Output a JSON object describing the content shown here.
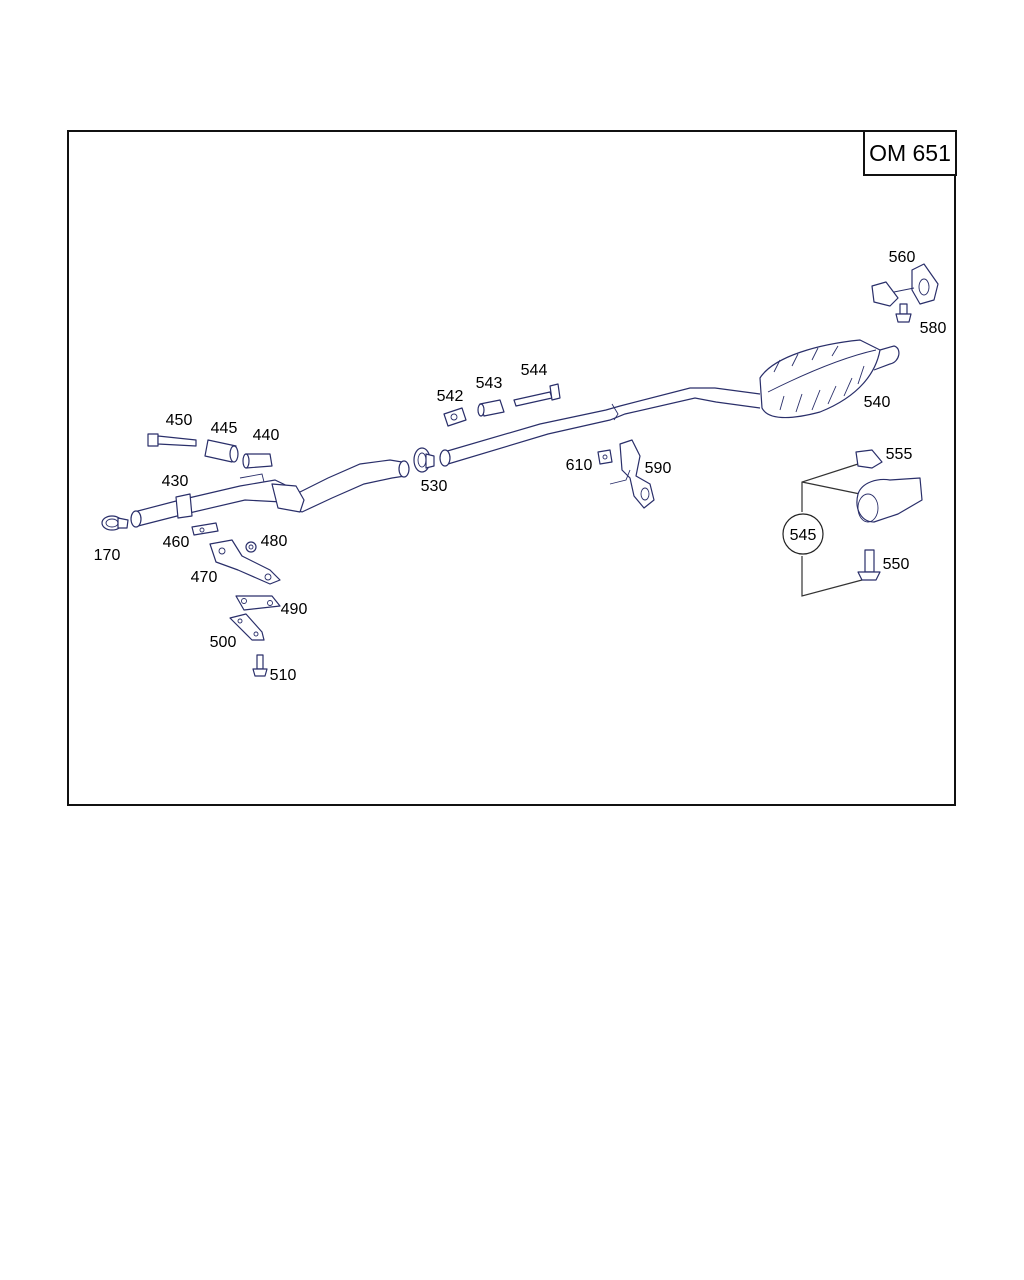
{
  "engine_label": "OM 651",
  "parts": [
    {
      "id": "p170",
      "number": "170"
    },
    {
      "id": "p430",
      "number": "430"
    },
    {
      "id": "p440",
      "number": "440"
    },
    {
      "id": "p445",
      "number": "445"
    },
    {
      "id": "p450",
      "number": "450"
    },
    {
      "id": "p460",
      "number": "460"
    },
    {
      "id": "p470",
      "number": "470"
    },
    {
      "id": "p480",
      "number": "480"
    },
    {
      "id": "p490",
      "number": "490"
    },
    {
      "id": "p500",
      "number": "500"
    },
    {
      "id": "p510",
      "number": "510"
    },
    {
      "id": "p530",
      "number": "530"
    },
    {
      "id": "p540",
      "number": "540"
    },
    {
      "id": "p542",
      "number": "542"
    },
    {
      "id": "p543",
      "number": "543"
    },
    {
      "id": "p544",
      "number": "544"
    },
    {
      "id": "p545",
      "number": "545"
    },
    {
      "id": "p550",
      "number": "550"
    },
    {
      "id": "p555",
      "number": "555"
    },
    {
      "id": "p560",
      "number": "560"
    },
    {
      "id": "p580",
      "number": "580"
    },
    {
      "id": "p590",
      "number": "590"
    },
    {
      "id": "p610",
      "number": "610"
    }
  ],
  "colors": {
    "line": "#2a2f6a",
    "frame": "#111111"
  }
}
